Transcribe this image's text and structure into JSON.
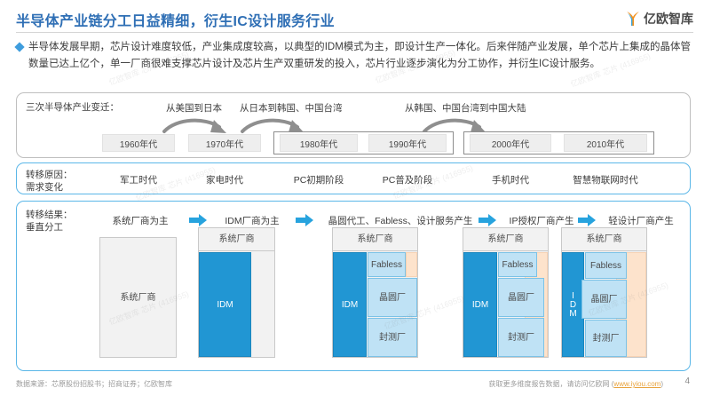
{
  "header": {
    "title": "半导体产业链分工日益精细，衍生IC设计服务行业",
    "logo_text": "亿欧智库",
    "title_color": "#2f6fb5"
  },
  "intro": {
    "text": "半导体发展早期，芯片设计难度较低，产业集成度较高，以典型的IDM模式为主，即设计生产一体化。后来伴随产业发展，单个芯片上集成的晶体管数量已达上亿个，单一厂商很难支撑芯片设计及芯片生产双重研发的投入，芯片行业逐步演化为分工协作，并衍生IC设计服务。"
  },
  "section_migration": {
    "label": "三次半导体产业变迁：",
    "captions": [
      "从美国到日本",
      "从日本到韩国、中国台湾",
      "从韩国、中国台湾到中国大陆"
    ],
    "decades": [
      "1960年代",
      "1970年代",
      "1980年代",
      "1990年代",
      "2000年代",
      "2010年代"
    ]
  },
  "section_reason": {
    "label": "转移原因：\n需求变化",
    "eras": [
      "军工时代",
      "家电时代",
      "PC初期阶段",
      "PC普及阶段",
      "手机时代",
      "智慧物联网时代"
    ]
  },
  "section_result": {
    "label": "转移结果：\n垂直分工",
    "stages": [
      "系统厂商为主",
      "IDM厂商为主",
      "晶圆代工、Fabless、设计服务产生",
      "IP授权厂商产生",
      "轻设计厂商产生"
    ],
    "arrow_color": "#27a3de",
    "labels": {
      "system": "系统厂商",
      "idm": "IDM",
      "fabless": "Fabless",
      "foundry": "晶圆厂",
      "packaging": "封测厂"
    },
    "colors": {
      "system": "#f2f2f2",
      "idm": "#2196d3",
      "fabless": "#bfe2f5",
      "ip": "#fde3cc"
    }
  },
  "footer": {
    "source": "数据来源：芯原股份招股书；招商证券；亿欧智库",
    "note": "获取更多维度报告数据，请访问亿欧网 (",
    "link": "www.iyiou.com",
    "note_end": ")",
    "page": "4"
  },
  "watermark": {
    "text": "亿欧智库 芯片 (416955)"
  }
}
